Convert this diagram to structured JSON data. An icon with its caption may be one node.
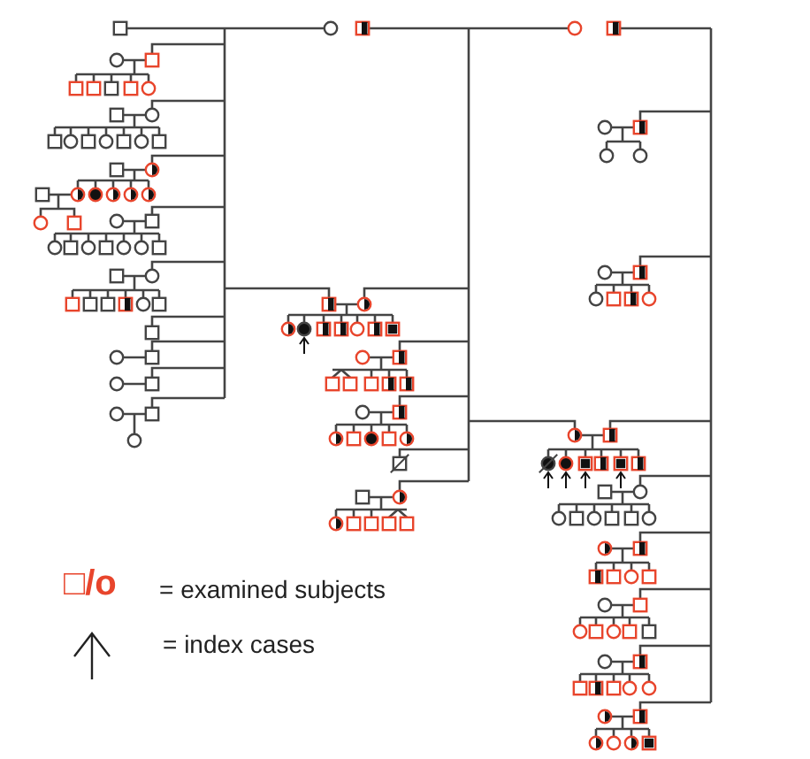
{
  "diagram": {
    "labels": [
      "□/o"
    ],
    "legend": [
      {
        "text": "= examined subjects"
      },
      {
        "text": "= index cases"
      }
    ]
  }
}
